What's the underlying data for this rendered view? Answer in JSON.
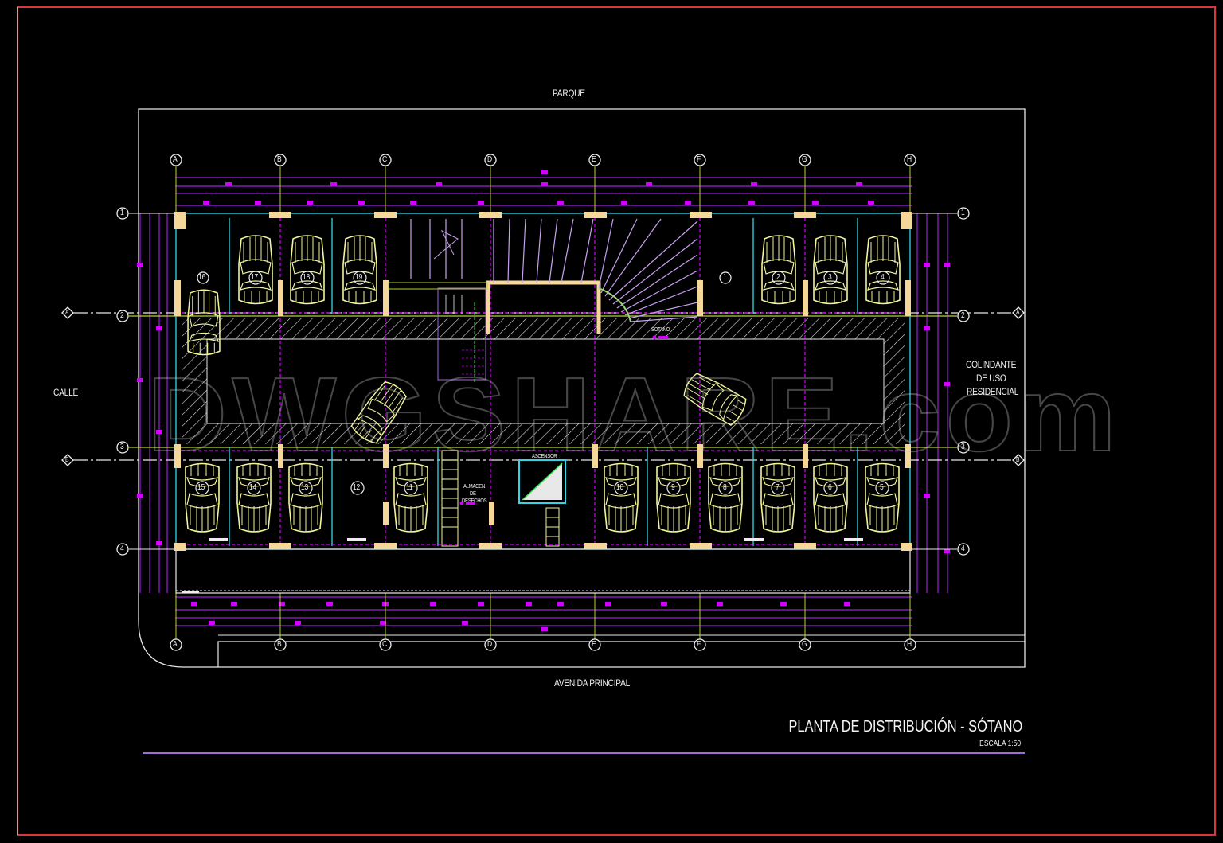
{
  "drawing": {
    "title": "PLANTA DE DISTRIBUCIÓN - SÓTANO",
    "scale": "ESCALA 1:50",
    "watermark": "DWGSHARE.com",
    "colors": {
      "background": "#000000",
      "border": "#d8383c",
      "walls": "#f5d79a",
      "cars": "#f2f59a",
      "dimensions": "#d100ff",
      "grid_lines": "#b5d03a",
      "cyan": "#33d6e8",
      "white": "#e8e8e8",
      "stairs": "#c8a0f0"
    }
  },
  "surroundings": {
    "top": "PARQUE",
    "bottom": "AVENIDA PRINCIPAL",
    "left": "CALLE",
    "right_line1": "COLINDANTE",
    "right_line2": "DE USO",
    "right_line3": "RESIDENCIAL"
  },
  "grid_axes": {
    "columns": [
      "A",
      "B",
      "C",
      "D",
      "E",
      "F",
      "G",
      "H"
    ],
    "rows": [
      "1",
      "2",
      "3",
      "4"
    ],
    "section_marks": [
      "A",
      "B"
    ]
  },
  "rooms": {
    "basement": "SOTANO",
    "elevator": "ASCENSOR",
    "waste_storage_l1": "ALMACEN",
    "waste_storage_l2": "DE",
    "waste_storage_l3": "DESECHOS"
  },
  "parking_spots": {
    "top_left": [
      "16",
      "17",
      "18",
      "19"
    ],
    "top_right": [
      "1",
      "2",
      "3",
      "4"
    ],
    "bottom_left": [
      "15",
      "14",
      "13",
      "12",
      "11"
    ],
    "bottom_right": [
      "10",
      "9",
      "8",
      "7",
      "6",
      "5"
    ],
    "empty": [
      "1",
      "12"
    ]
  }
}
